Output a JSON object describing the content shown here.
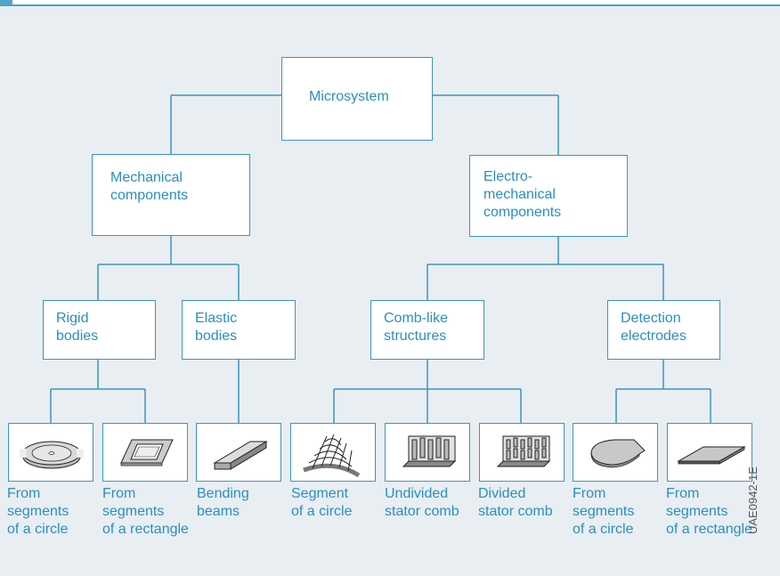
{
  "nodes": {
    "root": "Microsystem",
    "mechanical": [
      "Mechanical",
      "components"
    ],
    "electromechanical": [
      "Electro-",
      "mechanical",
      "components"
    ],
    "rigid": [
      "Rigid",
      "bodies"
    ],
    "elastic": [
      "Elastic",
      "bodies"
    ],
    "comb": [
      "Comb-like",
      "structures"
    ],
    "detection": [
      "Detection",
      "electrodes"
    ]
  },
  "leaves": [
    {
      "icon": "circle-segments-disc-icon",
      "caption": [
        "From",
        "segments",
        "of a circle"
      ]
    },
    {
      "icon": "rectangle-frame-icon",
      "caption": [
        "From",
        "segments",
        "of a rectangle"
      ]
    },
    {
      "icon": "bending-beam-icon",
      "caption": [
        "Bending",
        "beams"
      ]
    },
    {
      "icon": "circular-comb-segment-icon",
      "caption": [
        "Segment",
        "of a circle"
      ]
    },
    {
      "icon": "undivided-stator-comb-icon",
      "caption": [
        "Undivided",
        "stator comb"
      ]
    },
    {
      "icon": "divided-stator-comb-icon",
      "caption": [
        "Divided",
        "stator comb"
      ]
    },
    {
      "icon": "circular-electrode-icon",
      "caption": [
        "From",
        "segments",
        "of a circle"
      ]
    },
    {
      "icon": "rectangular-electrode-icon",
      "caption": [
        "From",
        "segments",
        "of a rectangle"
      ]
    }
  ],
  "figure_code": "UAE0942-1E",
  "colors": {
    "line": "#3b95bf",
    "text": "#2a8fc0",
    "background": "#e9eef2"
  }
}
